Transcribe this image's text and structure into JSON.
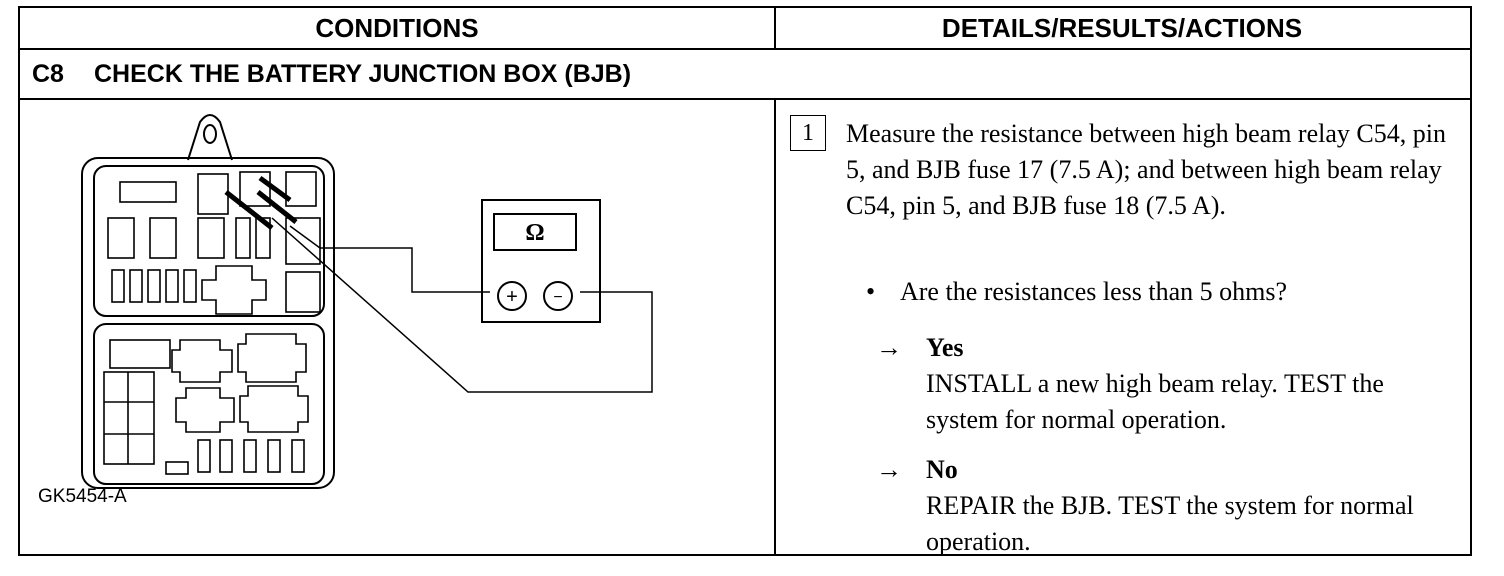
{
  "header": {
    "conditions": "CONDITIONS",
    "details": "DETAILS/RESULTS/ACTIONS"
  },
  "step": {
    "id": "C8",
    "title": "CHECK THE BATTERY JUNCTION BOX (BJB)"
  },
  "figure": {
    "label": "GK5454-A",
    "meter_symbol": "Ω",
    "plus_symbol": "+",
    "minus_symbol": "−"
  },
  "substep": {
    "number": "1",
    "instruction": "Measure the resistance between high beam relay C54, pin 5, and BJB fuse 17 (7.5 A); and between high beam relay C54, pin 5, and BJB fuse 18 (7.5 A).",
    "question": "Are the resistances less than 5 ohms?",
    "answers": [
      {
        "arrow": "→",
        "label": "Yes",
        "action": "INSTALL a new high beam relay. TEST the system for normal operation."
      },
      {
        "arrow": "→",
        "label": "No",
        "action": "REPAIR the BJB. TEST the system for normal operation."
      }
    ]
  }
}
